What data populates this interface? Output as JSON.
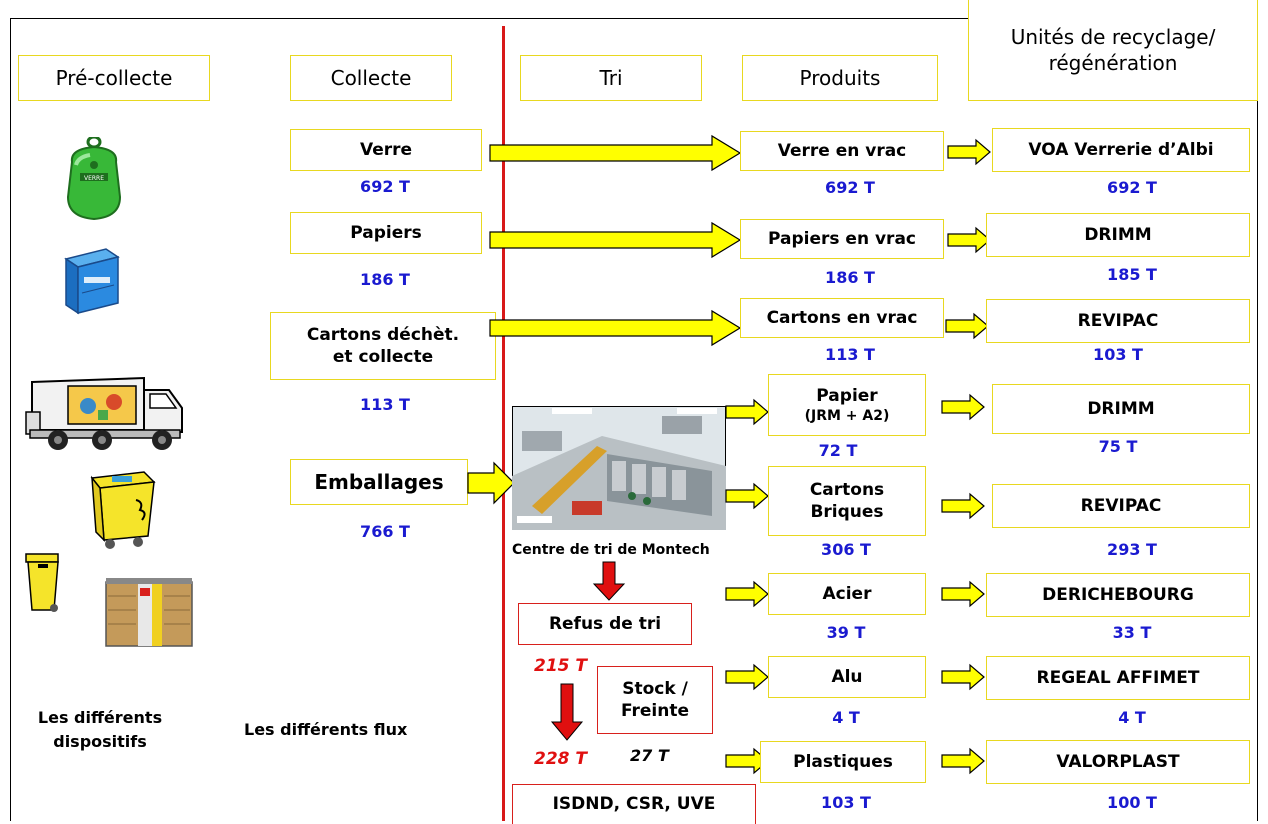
{
  "headers": {
    "precollecte": "Pré-collecte",
    "collecte": "Collecte",
    "tri": "Tri",
    "produits": "Produits",
    "unites_line1": "Unités de recyclage/",
    "unites_line2": "régénération"
  },
  "collecte": {
    "verre": "Verre",
    "verre_t": "692 T",
    "papiers": "Papiers",
    "papiers_t": "186 T",
    "cartons_line1": "Cartons déchèt.",
    "cartons_line2": "et collecte",
    "cartons_t": "113 T",
    "emballages": "Emballages",
    "emballages_t": "766 T"
  },
  "tri": {
    "centre_label": "Centre de tri de Montech",
    "refus": "Refus de tri",
    "refus_t": "215 T",
    "stock_line1": "Stock /",
    "stock_line2": "Freinte",
    "stock_t": "27 T",
    "final_t": "228 T",
    "isdnd": "ISDND, CSR, UVE"
  },
  "produits": {
    "verre": "Verre en vrac",
    "verre_t": "692 T",
    "papiers": "Papiers en vrac",
    "papiers_t": "186 T",
    "cartons": "Cartons en vrac",
    "cartons_t": "113 T",
    "papier_line1": "Papier",
    "papier_line2": "(JRM + A2)",
    "papier_t": "72 T",
    "cartons2_line1": "Cartons",
    "cartons2_line2": "Briques",
    "cartons2_t": "306 T",
    "acier": "Acier",
    "acier_t": "39 T",
    "alu": "Alu",
    "alu_t": "4 T",
    "plastiques": "Plastiques",
    "plastiques_t": "103 T"
  },
  "unites": {
    "voa": "VOA Verrerie d’Albi",
    "voa_t": "692 T",
    "drimm1": "DRIMM",
    "drimm1_t": "185 T",
    "revipac1": "REVIPAC",
    "revipac1_t": "103 T",
    "drimm2": "DRIMM",
    "drimm2_t": "75 T",
    "revipac2": "REVIPAC",
    "revipac2_t": "293 T",
    "derichebourg": "DERICHEBOURG",
    "derichebourg_t": "33 T",
    "regeal": "REGEAL AFFIMET",
    "regeal_t": "4 T",
    "valorplast": "VALORPLAST",
    "valorplast_t": "100 T"
  },
  "footer": {
    "dispositifs_line1": "Les différents",
    "dispositifs_line2": "dispositifs",
    "flux": "Les différents flux"
  },
  "colors": {
    "box_border": "#e8d820",
    "arrow_fill": "#ffff00",
    "red_line": "#d81818",
    "tonnage_blue": "#1a1ad0",
    "tonnage_red": "#e01010"
  },
  "icons": [
    "verre-container-icon",
    "paper-container-icon",
    "garbage-truck-icon",
    "yellow-wheelie-bin-icon",
    "small-yellow-bin-icon",
    "wooden-collection-point-icon",
    "sorting-center-image"
  ]
}
